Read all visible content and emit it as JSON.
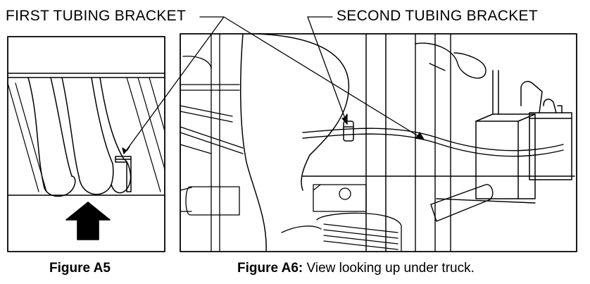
{
  "callouts": {
    "first_bracket": "FIRST TUBING BRACKET",
    "second_bracket": "SECOND TUBING BRACKET"
  },
  "figures": {
    "a5": {
      "caption": "Figure A5"
    },
    "a6": {
      "caption_bold": "Figure A6:",
      "caption_text": " View looking up under truck."
    }
  },
  "colors": {
    "ink": "#000000",
    "paper": "#ffffff"
  }
}
